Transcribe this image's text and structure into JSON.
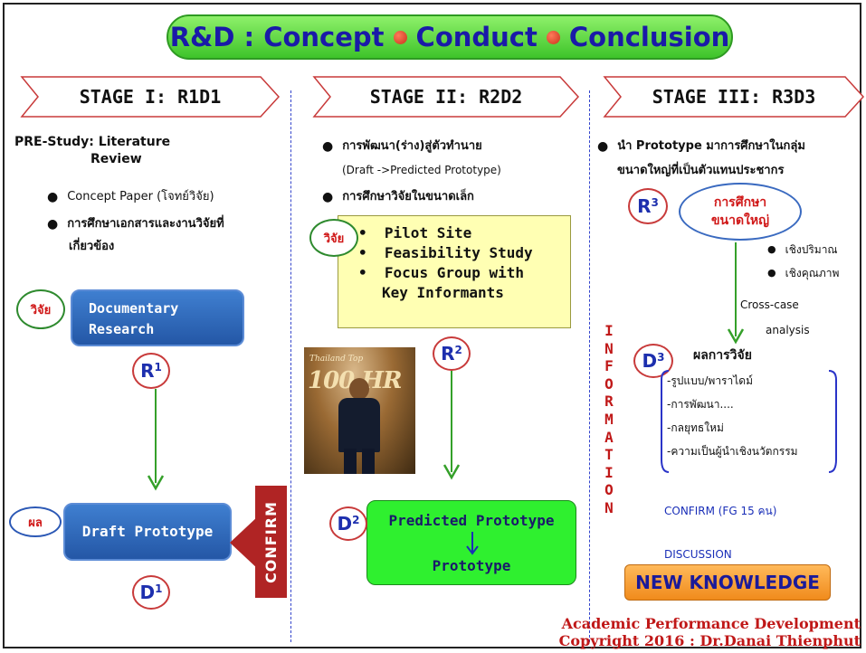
{
  "title": {
    "part1": "R&D : Concept",
    "part2": "Conduct",
    "part3": "Conclusion"
  },
  "stages": {
    "stage1": "STAGE I: R1D1",
    "stage2": "STAGE II: R2D2",
    "stage3": "STAGE III: R3D3"
  },
  "col1": {
    "pre_study_line1": "PRE-Study: Literature",
    "pre_study_line2": "Review",
    "bullets": [
      "Concept Paper (โจทย์วิจัย)",
      "การศึกษาเอกสารและงานวิจัยที่",
      "เกี่ยวข้อง"
    ],
    "research_tag": "วิจัย",
    "doc_research_line1": "Documentary",
    "doc_research_line2": "Research",
    "r_label": "R",
    "r_sup": "1",
    "result_tag": "ผล",
    "draft_prototype": "Draft Prototype",
    "d_label": "D",
    "d_sup": "1",
    "confirm": "CONFIRM"
  },
  "col2": {
    "bullet1": "การพัฒนา(ร่าง)สู่ตัวทำนาย",
    "bullet1_sub": "(Draft ->Predicted Prototype)",
    "bullet2": "การศึกษาวิจัยในขนาดเล็ก",
    "research_tag": "วิจัย",
    "methods": [
      "Pilot Site",
      "Feasibility Study",
      "Focus Group with",
      "Key Informants"
    ],
    "photo_caption_left": "Thailand Top",
    "photo_caption_big": "100 HR",
    "r_label": "R",
    "r_sup": "2",
    "d_label": "D",
    "d_sup": "2",
    "predicted_prototype": "Predicted Prototype",
    "prototype": "Prototype"
  },
  "col3": {
    "bullet1_line1": "นำ Prototype มาการศึกษาในกลุ่ม",
    "bullet1_line2": "ขนาดใหญ่ที่เป็นตัวแทนประชากร",
    "r_label": "R",
    "r_sup": "3",
    "large_study_line1": "การศึกษา",
    "large_study_line2": "ขนาดใหญ่",
    "methods": [
      "เชิงปริมาณ",
      "เชิงคุณภาพ"
    ],
    "cross_case_line1": "Cross-case",
    "cross_case_line2": "analysis",
    "d_label": "D",
    "d_sup": "3",
    "results_title": "ผลการวิจัย",
    "results": [
      "-รูปแบบ/พาราไดม์",
      "-การพัฒนา....",
      "-กลยุทธใหม่",
      "-ความเป็นผู้นำเชิงนวัตกรรม"
    ],
    "confirm_fg": "CONFIRM (FG 15 คน)",
    "discussion": "DISCUSSION",
    "new_knowledge": "NEW KNOWLEDGE"
  },
  "information_letters": [
    "I",
    "N",
    "F",
    "O",
    "R",
    "M",
    "A",
    "T",
    "I",
    "O",
    "N"
  ],
  "credit": {
    "line1": "Academic Performance Development",
    "line2": "Copyright  2016 : Dr.Danai  Thienphut"
  },
  "colors": {
    "accent_blue": "#1a1aa8",
    "red": "#c01818",
    "arrow_green": "#35a02a"
  }
}
